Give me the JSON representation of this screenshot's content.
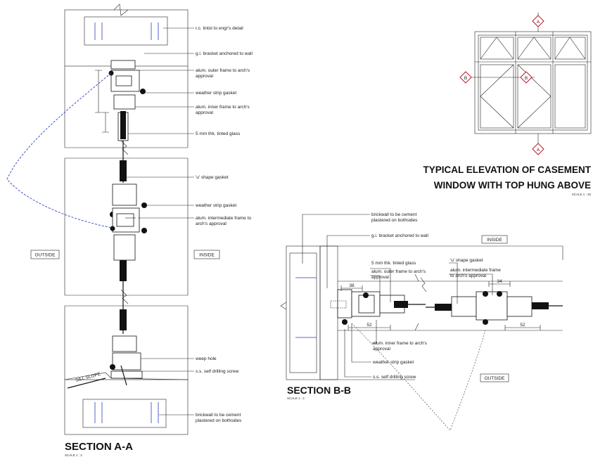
{
  "section_aa": {
    "title": "SECTION A-A",
    "scale": "SCALE 1 : 2",
    "labels": {
      "lintel": "r.c. lintol to engr's detail",
      "gi_bracket": "g.i. bracket anchored to wall",
      "outer_frame_1": "alum. outer frame to arch's",
      "outer_frame_2": "approval",
      "weather_strip_1": "weather strip gasket",
      "inner_frame_1": "alum. inner frame to arch's",
      "inner_frame_2": "approval",
      "glass": "5 mm thk. tinted glass",
      "u_gasket": "'u' shape gasket",
      "weather_strip_2": "weather strip gasket",
      "intermediate_1": "alum. intermediate frame to",
      "intermediate_2": "arch's approval",
      "weep": "weep hole",
      "screw": "s.s. self drilling screw",
      "brickwall_1": "brickwall to be cement",
      "brickwall_2": "plastered on bothsides",
      "outside": "OUTSIDE",
      "inside": "INSIDE"
    }
  },
  "elevation": {
    "title_line1": "TYPICAL ELEVATION OF CASEMENT",
    "title_line2": "WINDOW WITH TOP HUNG ABOVE",
    "scale": "SCALE 1 : 25",
    "marker_a": "A",
    "marker_b": "B"
  },
  "section_bb": {
    "title": "SECTION B-B",
    "scale": "SCALE 1 : 2",
    "labels": {
      "brickwall_1": "brickwall to be cement",
      "brickwall_2": "plastered on bothsides",
      "gi_bracket": "g.i. bracket anchored to wall",
      "glass": "5 mm thk. tinted glass",
      "outer_frame_1": "alum. outer frame to arch's",
      "outer_frame_2": "approval",
      "u_gasket": "'u' shape gasket",
      "intermediate_1": "alum. intermediate frame",
      "intermediate_2": "to arch's approval",
      "inner_frame_1": "alum. inner frame to arch's",
      "inner_frame_2": "approval",
      "weather_strip": "weather strip gasket",
      "screw": "s.s. self drilling screw",
      "inside": "INSIDE",
      "outside": "OUTSIDE"
    },
    "dims": {
      "d38": "38",
      "d34": "34",
      "d52a": "52",
      "d52b": "52"
    }
  }
}
